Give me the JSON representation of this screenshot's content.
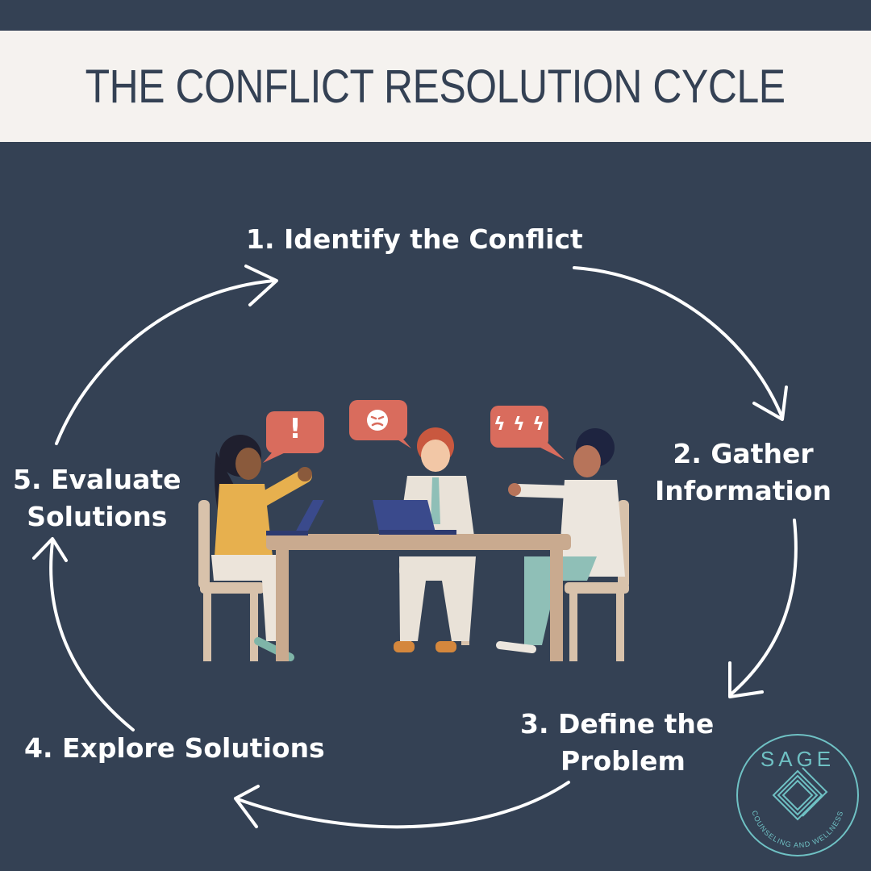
{
  "title": "THE CONFLICT RESOLUTION CYCLE",
  "steps": {
    "step1": "1. Identify the Conflict",
    "step2": [
      "2. Gather",
      "Information"
    ],
    "step3": [
      "3. Define the",
      "Problem"
    ],
    "step4": "4. Explore Solutions",
    "step5": [
      "5. Evaluate",
      "Solutions"
    ]
  },
  "speech_bubbles": {
    "left": "!",
    "right": "ϟ ϟ ϟ"
  },
  "logo": {
    "word": "SAGE",
    "subtitle": "COUNSELING AND WELLNESS"
  },
  "colors": {
    "background": "#344154",
    "title_band": "#f5f2ef",
    "bubble": "#d96c5d",
    "logo": "#6fc1c4"
  }
}
